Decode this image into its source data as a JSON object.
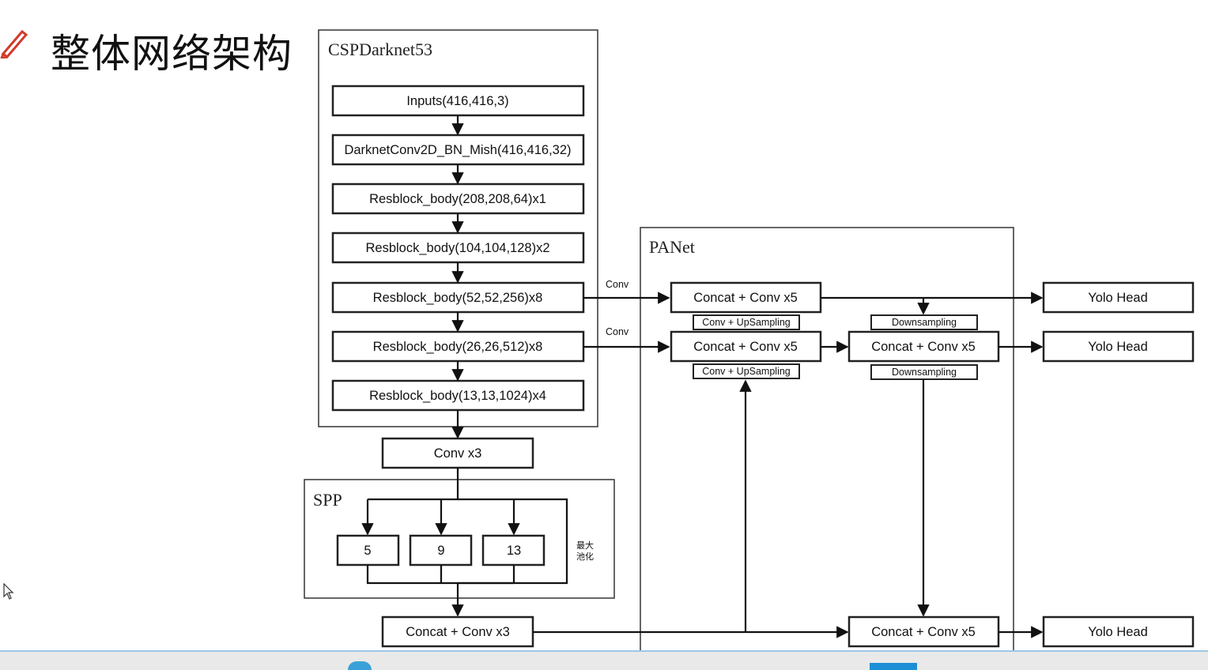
{
  "slide": {
    "title": "整体网络架构"
  },
  "icons": {
    "pen": "pen-icon",
    "cursor": "cursor-icon"
  },
  "groups": {
    "csp": "CSPDarknet53",
    "spp": "SPP",
    "panet": "PANet"
  },
  "backbone": {
    "inputs": "Inputs(416,416,3)",
    "conv_bn_mish": "DarknetConv2D_BN_Mish(416,416,32)",
    "res1": "Resblock_body(208,208,64)x1",
    "res2": "Resblock_body(104,104,128)x2",
    "res8a": "Resblock_body(52,52,256)x8",
    "res8b": "Resblock_body(26,26,512)x8",
    "res4": "Resblock_body(13,13,1024)x4"
  },
  "neck": {
    "conv3": "Conv x3",
    "pool5": "5",
    "pool9": "9",
    "pool13": "13",
    "pool_note_line1": "最大",
    "pool_note_line2": "池化",
    "concat_conv3": "Concat + Conv x3"
  },
  "panet": {
    "concat_a": "Concat + Conv x5",
    "concat_b": "Concat + Conv x5",
    "concat_c": "Concat + Conv x5",
    "concat_d": "Concat + Conv x5",
    "upsample_1": "Conv + UpSampling",
    "upsample_2": "Conv + UpSampling",
    "downsample_1": "Downsampling",
    "downsample_2": "Downsampling"
  },
  "heads": {
    "head_1": "Yolo Head",
    "head_2": "Yolo Head",
    "head_3": "Yolo Head"
  },
  "edge_labels": {
    "conv_1": "Conv",
    "conv_2": "Conv"
  }
}
